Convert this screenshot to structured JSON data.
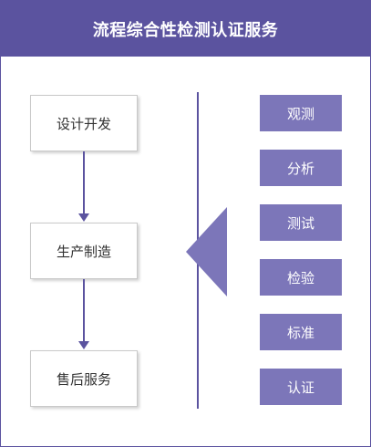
{
  "header": {
    "title": "流程综合性检测认证服务"
  },
  "flow": {
    "steps": [
      {
        "label": "设计开发"
      },
      {
        "label": "生产制造"
      },
      {
        "label": "售后服务"
      }
    ]
  },
  "services": {
    "items": [
      {
        "label": "观测"
      },
      {
        "label": "分析"
      },
      {
        "label": "测试"
      },
      {
        "label": "检验"
      },
      {
        "label": "标准"
      },
      {
        "label": "认证"
      }
    ]
  },
  "colors": {
    "header_bg": "#5b539f",
    "chip_bg": "#7c76b9",
    "line": "#5b539f"
  }
}
